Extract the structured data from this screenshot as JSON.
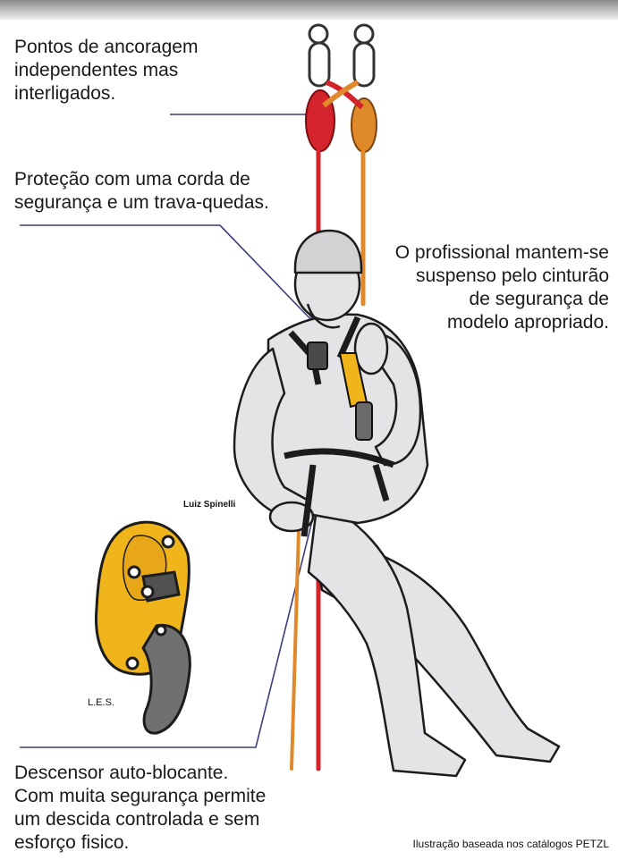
{
  "labels": {
    "anchors": [
      "Pontos de ancoragem",
      "independentes mas",
      "interligados."
    ],
    "protection": [
      "Proteção com uma corda de",
      "segurança e um trava-quedas."
    ],
    "professional": [
      "O profissional mantem-se",
      "suspenso pelo cinturão",
      "de segurança de",
      "modelo apropriado."
    ],
    "descender": [
      "Descensor auto-blocante.",
      "Com muita segurança permite",
      "um descida controlada e sem",
      "esforço fisico."
    ],
    "author": "Luiz Spinelli",
    "device": "L.E.S.",
    "credit": "Ilustração baseada nos catálogos PETZL"
  },
  "colors": {
    "red_rope": "#d3232b",
    "orange_rope": "#e0892a",
    "suit": "#e4e4e6",
    "outline": "#1c1c1c",
    "leader_line": "#3a3f7a",
    "device_yellow": "#f1b51c"
  }
}
